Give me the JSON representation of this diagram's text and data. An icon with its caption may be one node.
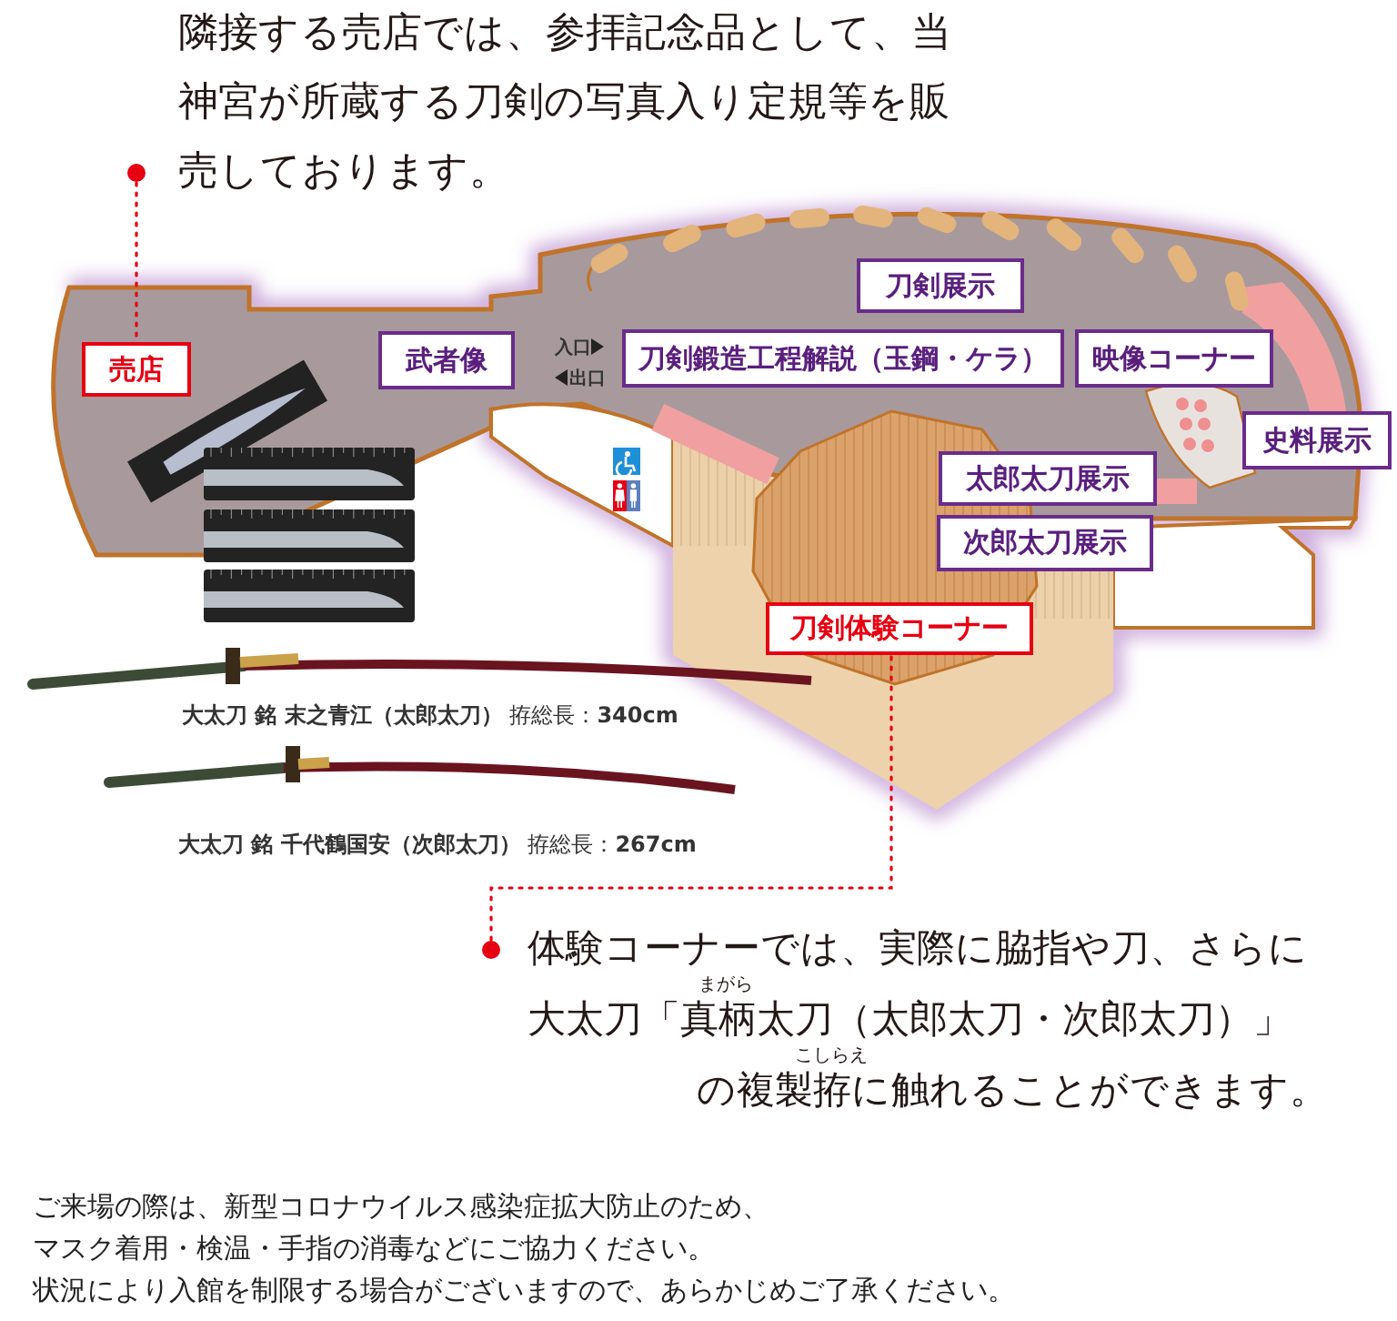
{
  "diagram": {
    "nodes": [
      {
        "text": [
          "隣接する売店では、参拝記念品として、当神宮が所蔵する刀剣の写真入り定規等を販売しております。"
        ]
      },
      {
        "text": [
          "売店"
        ]
      },
      {
        "text": [
          "武者像"
        ]
      },
      {
        "text": [
          "刀剣展示"
        ]
      },
      {
        "text": [
          "刀剣鍛造工程解説（玉鋼・ケラ）"
        ]
      },
      {
        "text": [
          "映像コーナー"
        ]
      },
      {
        "text": [
          "史料展示"
        ]
      },
      {
        "text": [
          "太郎太刀展示"
        ]
      },
      {
        "text": [
          "次郎太刀展示"
        ]
      },
      {
        "text": [
          "刀剣体験コーナー"
        ]
      },
      {
        "text": [
          "体験コーナーでは、実際に脇指や刀、さらに大太刀「真柄太刀（太郎太刀・次郎太刀）」の複製拵に触れることができます。"
        ],
        "beside": [
          "まがら",
          "こしらえ"
        ]
      }
    ],
    "edges": [
      {
        "from": 0,
        "to": 1,
        "arrow": "other",
        "style": "dashed",
        "color": "#e60012"
      },
      {
        "from": 10,
        "to": 9,
        "arrow": "other",
        "style": "dashed",
        "color": "#e60012"
      }
    ],
    "labels": [
      "入口",
      "出口",
      "**大太刀 銘 末之青江（太郎太刀）** 拵総長：**340cm**",
      "**大太刀 銘 千代鶴国安（次郎太刀）** 拵総長：**267cm**",
      "ご来場の際は、新型コロナウイルス感染症拡大防止のため、",
      "マスク着用・検温・手指の消毒などにご協力ください。",
      "状況により入館を制限する場合がございますので、あらかじめご了承ください。"
    ]
  }
}
